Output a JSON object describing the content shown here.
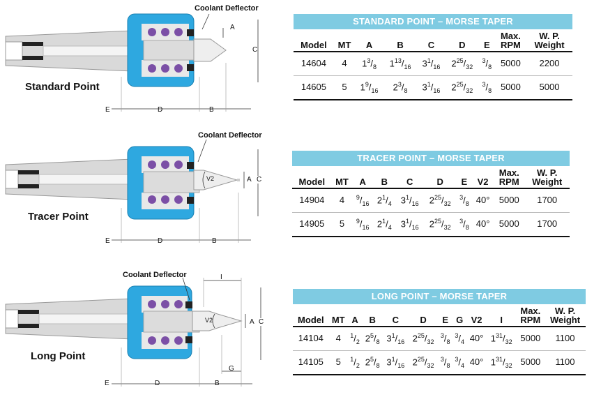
{
  "panels": [
    {
      "label": "Standard Point",
      "deflector": "Coolant Deflector",
      "dims": {
        "e": "E",
        "d": "D",
        "b": "B",
        "a": "A",
        "c": "C"
      }
    },
    {
      "label": "Tracer Point",
      "deflector": "Coolant Deflector",
      "dims": {
        "e": "E",
        "d": "D",
        "b": "B",
        "a": "A",
        "c": "C",
        "v2": "V2"
      }
    },
    {
      "label": "Long Point",
      "deflector": "Coolant Deflector",
      "dims": {
        "e": "E",
        "d": "D",
        "b": "B",
        "a": "A",
        "c": "C",
        "v2": "V2",
        "i": "I",
        "g": "G"
      }
    }
  ],
  "tables": [
    {
      "title": "STANDARD POINT – MORSE TAPER",
      "headers": [
        "Model",
        "MT",
        "A",
        "B",
        "C",
        "D",
        "E",
        "Max.\nRPM",
        "W. P.\nWeight"
      ],
      "rows": [
        [
          "14604",
          "4",
          "1 3/8",
          "1 13/16",
          "3 1/16",
          "2 25/32",
          "3/8",
          "5000",
          "2200"
        ],
        [
          "14605",
          "5",
          "1 9/16",
          "2 3/8",
          "3 1/16",
          "2 25/32",
          "3/8",
          "5000",
          "5000"
        ]
      ]
    },
    {
      "title": "TRACER POINT – MORSE TAPER",
      "headers": [
        "Model",
        "MT",
        "A",
        "B",
        "C",
        "D",
        "E",
        "V2",
        "Max.\nRPM",
        "W. P.\nWeight"
      ],
      "rows": [
        [
          "14904",
          "4",
          "9/16",
          "2 1/4",
          "3 1/16",
          "2 25/32",
          "3/8",
          "40°",
          "5000",
          "1700"
        ],
        [
          "14905",
          "5",
          "9/16",
          "2 1/4",
          "3 1/16",
          "2 25/32",
          "3/8",
          "40°",
          "5000",
          "1700"
        ]
      ]
    },
    {
      "title": "LONG POINT – MORSE TAPER",
      "headers": [
        "Model",
        "MT",
        "A",
        "B",
        "C",
        "D",
        "E",
        "G",
        "V2",
        "I",
        "Max.\nRPM",
        "W. P.\nWeight"
      ],
      "rows": [
        [
          "14104",
          "4",
          "1/2",
          "2 5/8",
          "3 1/16",
          "2 25/32",
          "3/8",
          "3/4",
          "40°",
          "1 31/32",
          "5000",
          "1100"
        ],
        [
          "14105",
          "5",
          "1/2",
          "2 5/8",
          "3 1/16",
          "2 25/32",
          "3/8",
          "3/4",
          "40°",
          "1 31/32",
          "5000",
          "1100"
        ]
      ]
    }
  ],
  "colors": {
    "body_blue": "#2ea8e0",
    "bearing_purple": "#7b4fa6",
    "header_blue": "#7fcbe2"
  }
}
